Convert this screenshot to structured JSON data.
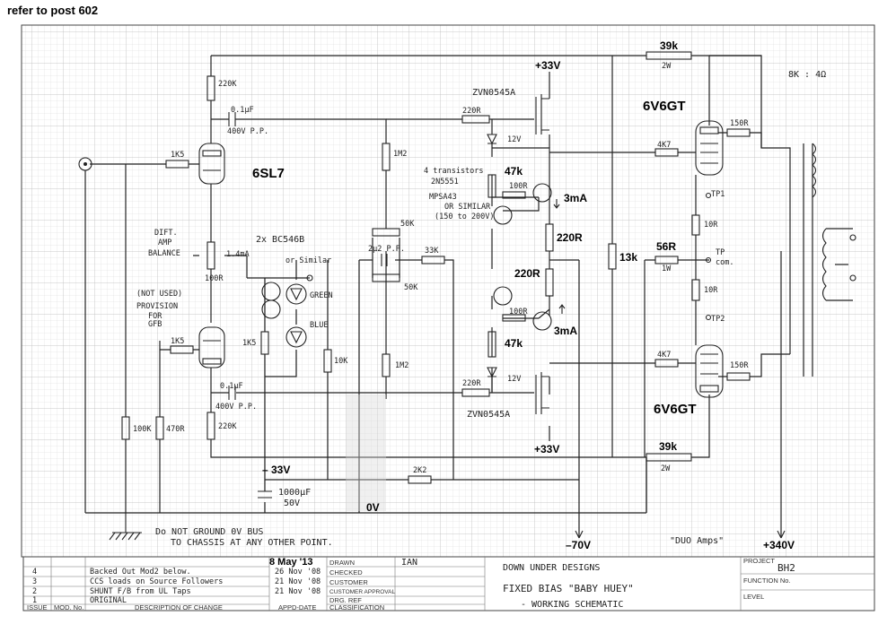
{
  "header": {
    "ref_note": "refer to post 602"
  },
  "tubes": {
    "power_top": "6V6GT",
    "power_bottom": "6V6GT",
    "driver": "6SL7"
  },
  "supplies": {
    "plus33_top": "+33V",
    "plus33_bottom": "+33V",
    "minus33": "– 33V",
    "zero_v": "0V",
    "minus70": "–70V",
    "plus340": "+340V"
  },
  "components": {
    "r39k_top": "39k",
    "r39k_top_w": "2W",
    "r39k_bottom": "39k",
    "r39k_bottom_w": "2W",
    "r220k_top": "220K",
    "cap_top": "0.1µF",
    "cap_top_v": "400V P.P.",
    "r1k5_top": "1K5",
    "zvn_top": "ZVN0545A",
    "r220r_top": "220R",
    "zener_top": "12V",
    "r1m2_top": "1M2",
    "transistors": "4 transistors",
    "t_2n5551": "2N5551",
    "t_mpsa43": "MPSA43",
    "t_or_similar": "OR SIMILAR",
    "t_rating": "(150 to 200V)",
    "r47k_top": "47k",
    "r100r_top": "100R",
    "ccs_top": "3mA",
    "r4k7_top": "4K7",
    "r150r_top": "150R",
    "dift": "DIFT.",
    "amp": "AMP",
    "balance": "BALANCE",
    "bc546b": "2x BC546B",
    "or_similar": "or Similar",
    "ma_label": "1.4mA",
    "r100r_bal": "100R",
    "pot50k_top": "50K",
    "cap_2u2": "2µ2 P.P.",
    "r33k": "33K",
    "pot50k_bot": "50K",
    "r220r_mid": "220R",
    "r220r_mid2": "220R",
    "r13k": "13k",
    "r56r": "56R",
    "r56r_w": "1W",
    "tp1": "TP1",
    "r10r_a": "10R",
    "tp_com_1": "TP",
    "tp_com_2": "com.",
    "r10r_b": "10R",
    "tp2": "TP2",
    "not_used": "(NOT USED)",
    "provision": "PROVISION",
    "for": "FOR",
    "gfb": "GFB",
    "green": "GREEN",
    "blue": "BLUE",
    "r1k5_bot": "1K5",
    "r1k5_mid": "1K5",
    "r10k": "10K",
    "r1m2_bot": "1M2",
    "r100r_bot": "100R",
    "ccs_bot": "3mA",
    "r47k_bot": "47k",
    "zener_bot": "12V",
    "r220r_bot": "220R",
    "zvn_bot": "ZVN0545A",
    "r4k7_bot": "4K7",
    "r150r_bot": "150R",
    "cap_bot": "0.1µF",
    "cap_bot_v": "400V P.P.",
    "r220k_bot": "220K",
    "r100k": "100K",
    "r470r": "470R",
    "r2k2": "2K2",
    "cap_1000": "1000µF",
    "cap_1000_v": "50V",
    "ratio": "8K : 4Ω"
  },
  "notes": {
    "ground_1": "Do NOT GROUND 0V BUS",
    "ground_2": "TO CHASSIS AT ANY OTHER POINT.",
    "duo": "\"DUO Amps\""
  },
  "title_block": {
    "date": "8 May '13",
    "drawn_label": "DRAWN",
    "drawn_by": "IAN",
    "checked_label": "CHECKED",
    "customer_label": "CUSTOMER",
    "customer_approval_label": "CUSTOMER APPROVAL",
    "drg_ref_label": "DRG. REF",
    "classification_label": "CLASSIFICATION",
    "issue_label": "ISSUE",
    "mod_label": "MOD. No.",
    "description_label": "DESCRIPTION OF CHANGE",
    "appd_label": "APPD-DATE",
    "company": "DOWN UNDER DESIGNS",
    "title_1": "FIXED BIAS \"BABY HUEY\"",
    "title_2": "- WORKING SCHEMATIC",
    "project_label": "PROJECT",
    "project": "BH2",
    "function_label": "FUNCTION No.",
    "level_label": "LEVEL",
    "revisions": [
      {
        "issue": "4",
        "desc": "Backed Out Mod2 below.",
        "date": "26 Nov '08"
      },
      {
        "issue": "3",
        "desc": "CCS loads on Source Followers",
        "date": "21 Nov '08"
      },
      {
        "issue": "2",
        "desc": "SHUNT F/B from UL Taps",
        "date": "21 Nov '08"
      },
      {
        "issue": "1",
        "desc": "ORIGINAL",
        "date": ""
      }
    ]
  }
}
